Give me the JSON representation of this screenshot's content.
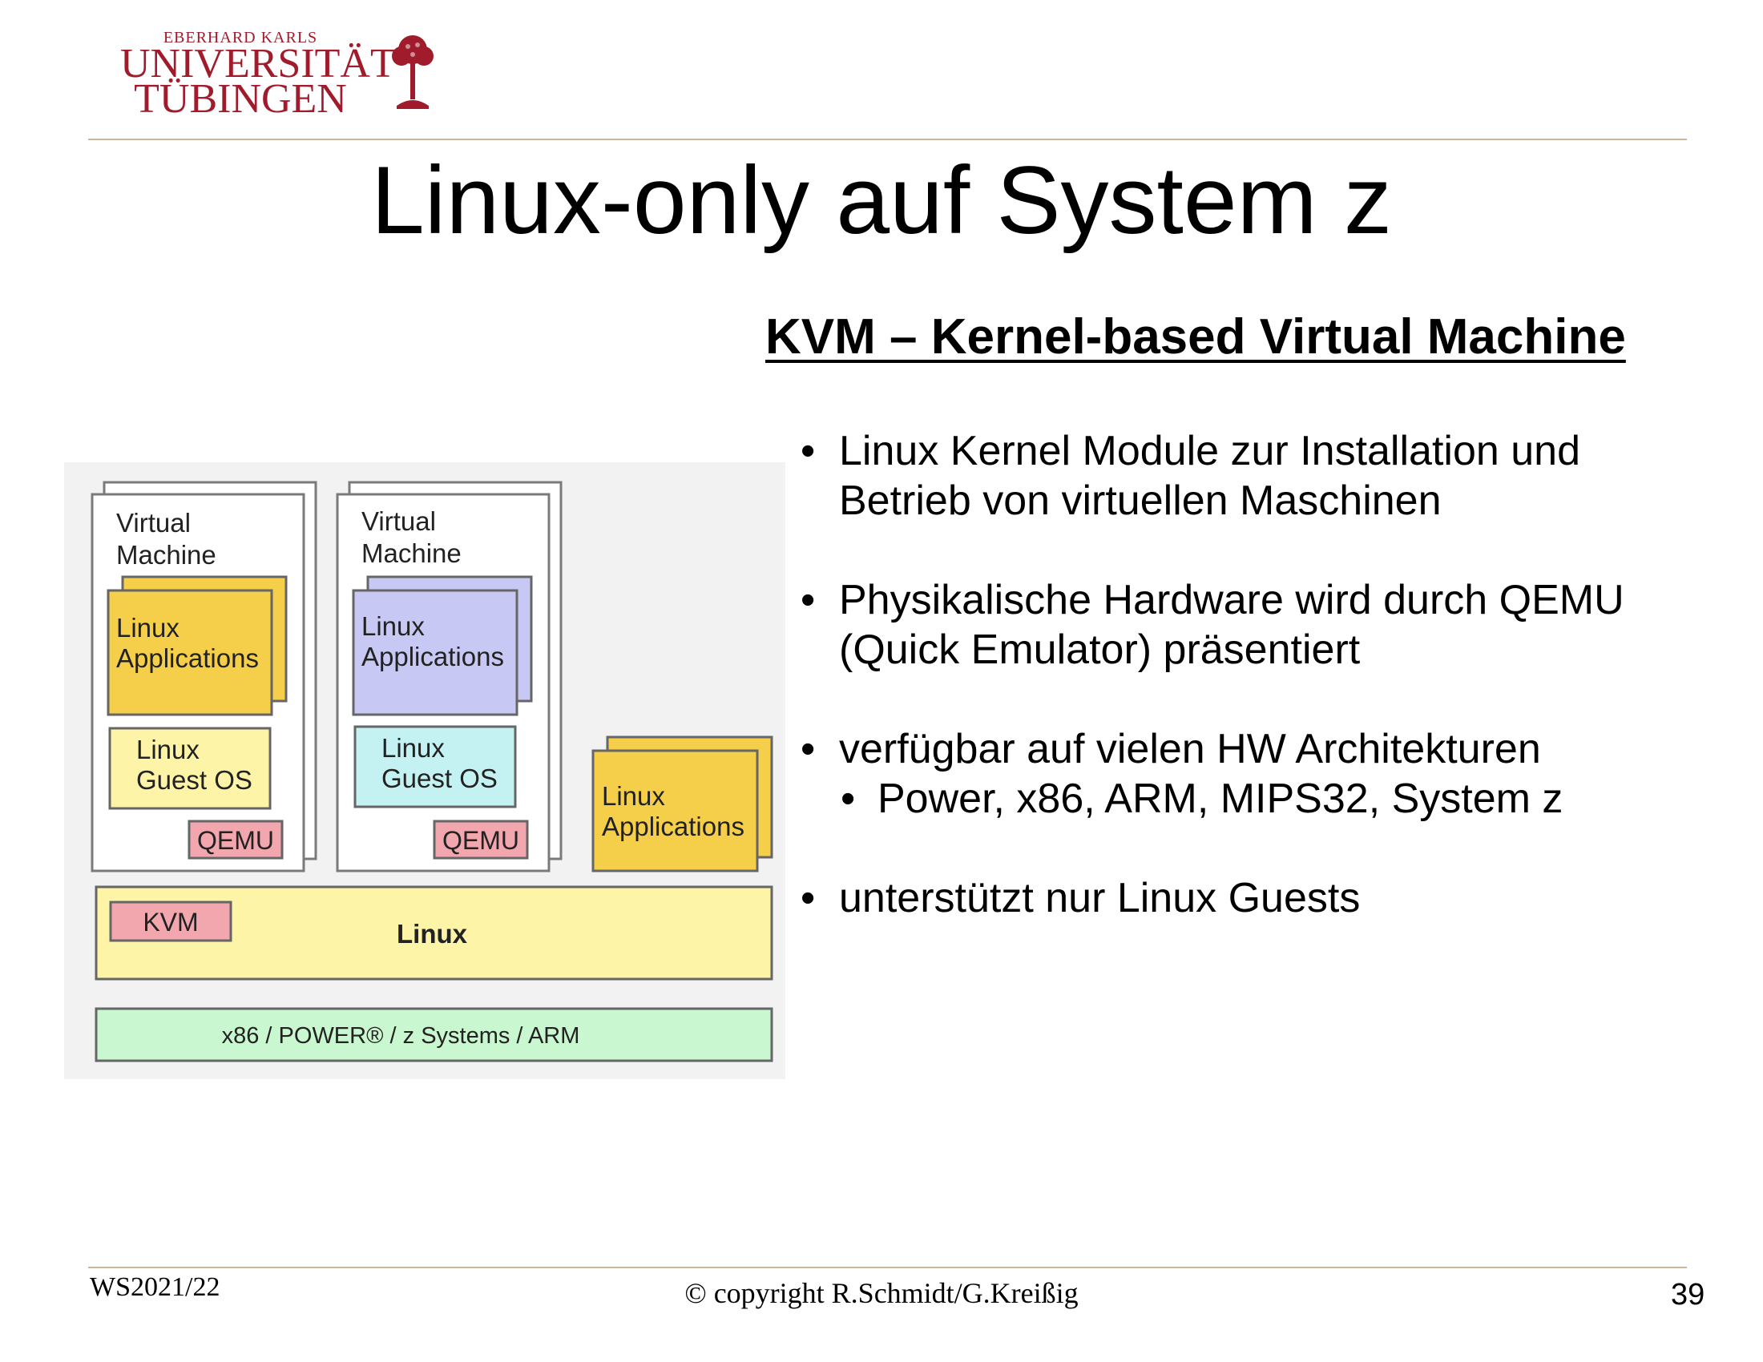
{
  "logo": {
    "line1": "EBERHARD KARLS",
    "line2": "UNIVERSITÄT",
    "line3": "TÜBINGEN"
  },
  "slide": {
    "title": "Linux-only auf System z",
    "subtitle": "KVM – Kernel-based Virtual Machine",
    "bullets": [
      "Linux Kernel Module zur Installation und Betrieb von virtuellen Maschinen",
      "Physikalische Hardware wird durch QEMU (Quick Emulator) präsentiert",
      "verfügbar auf vielen HW Architekturen",
      "unterstützt nur Linux Guests"
    ],
    "sub_bullets": [
      "Power, x86, ARM, MIPS32, System z"
    ]
  },
  "diagram": {
    "vm1": {
      "title_line1": "Virtual",
      "title_line2": "Machine",
      "apps_line1": "Linux",
      "apps_line2": "Applications",
      "guest_line1": "Linux",
      "guest_line2": "Guest OS",
      "qemu": "QEMU"
    },
    "vm2": {
      "title_line1": "Virtual",
      "title_line2": "Machine",
      "apps_line1": "Linux",
      "apps_line2": "Applications",
      "guest_line1": "Linux",
      "guest_line2": "Guest OS",
      "qemu": "QEMU"
    },
    "host_apps_line1": "Linux",
    "host_apps_line2": "Applications",
    "kvm": "KVM",
    "linux": "Linux",
    "hardware": "x86 / POWER® / z Systems / ARM",
    "colors": {
      "yellow_apps": "#f5cf4a",
      "light_yellow": "#fdf4a8",
      "lavender": "#c8c8f4",
      "cyan": "#c4f2f2",
      "pink": "#f2a6ae",
      "green": "#c9f7cf"
    }
  },
  "footer": {
    "semester": "WS2021/22",
    "copyright": "© copyright R.Schmidt/G.Kreißig",
    "page_number": "39"
  }
}
